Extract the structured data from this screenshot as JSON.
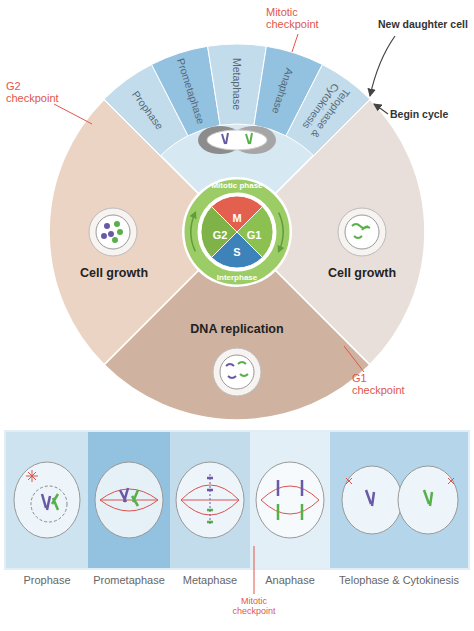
{
  "diagram": {
    "nodes": [
      {
        "text": [
          "Prophase"
        ]
      },
      {
        "text": [
          "Prometaphase"
        ]
      },
      {
        "text": [
          "Metaphase"
        ]
      },
      {
        "text": [
          "Anaphase"
        ]
      },
      {
        "text": [
          "Telophase & Cytokinesis"
        ]
      },
      {
        "text": [
          "Cell growth"
        ]
      },
      {
        "text": [
          "Cell growth"
        ]
      },
      {
        "text": [
          "DNA replication"
        ]
      },
      {
        "text": [
          "Mitotic phase",
          "Interphase"
        ]
      },
      {
        "text": [
          "M"
        ],
        "in": 8
      },
      {
        "text": [
          "G2"
        ],
        "in": 8
      },
      {
        "text": [
          "G1"
        ],
        "in": 8
      },
      {
        "text": [
          "S"
        ],
        "in": 8
      },
      {
        "text": [
          "Prophase"
        ]
      },
      {
        "text": [
          "Prometaphase"
        ]
      },
      {
        "text": [
          "Metaphase"
        ]
      },
      {
        "text": [
          "Anaphase"
        ]
      },
      {
        "text": [
          "Telophase & Cytokinesis"
        ]
      }
    ],
    "labels": [
      "Mitotic checkpoint",
      "G2 checkpoint",
      "New daughter cell",
      "Begin cycle",
      "G1 checkpoint",
      "Mitotic checkpoint"
    ]
  }
}
